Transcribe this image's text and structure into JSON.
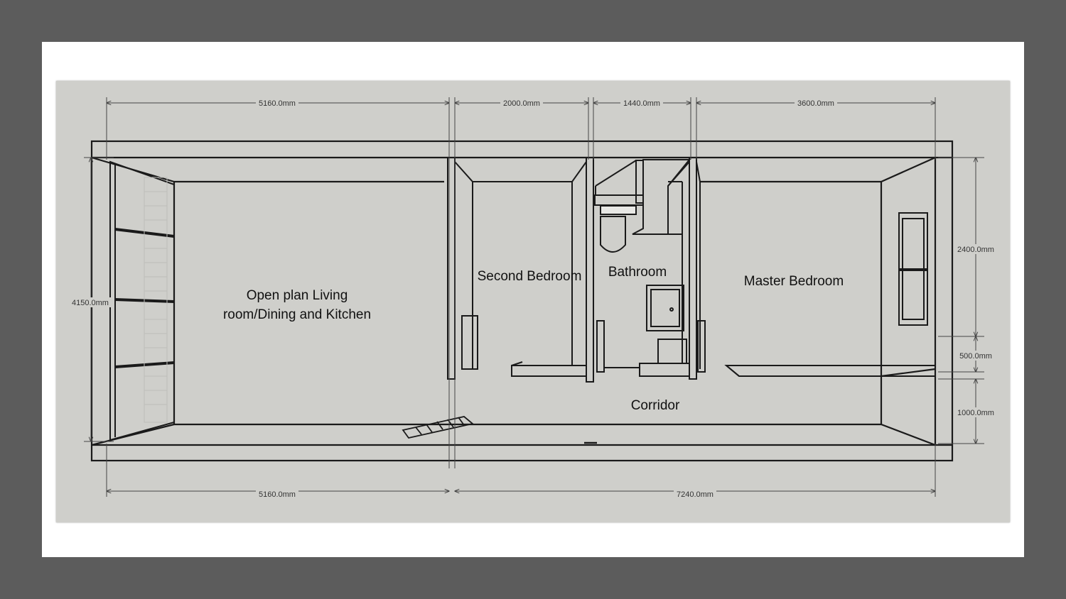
{
  "rooms": {
    "living_line1": "Open plan Living",
    "living_line2": "room/Dining and Kitchen",
    "second_bedroom": "Second Bedroom",
    "bathroom": "Bathroom",
    "master_bedroom": "Master Bedroom",
    "corridor": "Corridor"
  },
  "dimensions": {
    "top_living": "5160.0mm",
    "top_second_bedroom": "2000.0mm",
    "top_bathroom": "1440.0mm",
    "top_master": "3600.0mm",
    "bottom_living": "5160.0mm",
    "bottom_rest": "7240.0mm",
    "left_depth": "4150.0mm",
    "right_master_depth": "2400.0mm",
    "right_wall_gap": "500.0mm",
    "right_corridor": "1000.0mm"
  },
  "colors": {
    "background": "#5c5c5c",
    "paper": "#ffffff",
    "plan": "#cfcfcb",
    "line": "#1a1a1a"
  }
}
